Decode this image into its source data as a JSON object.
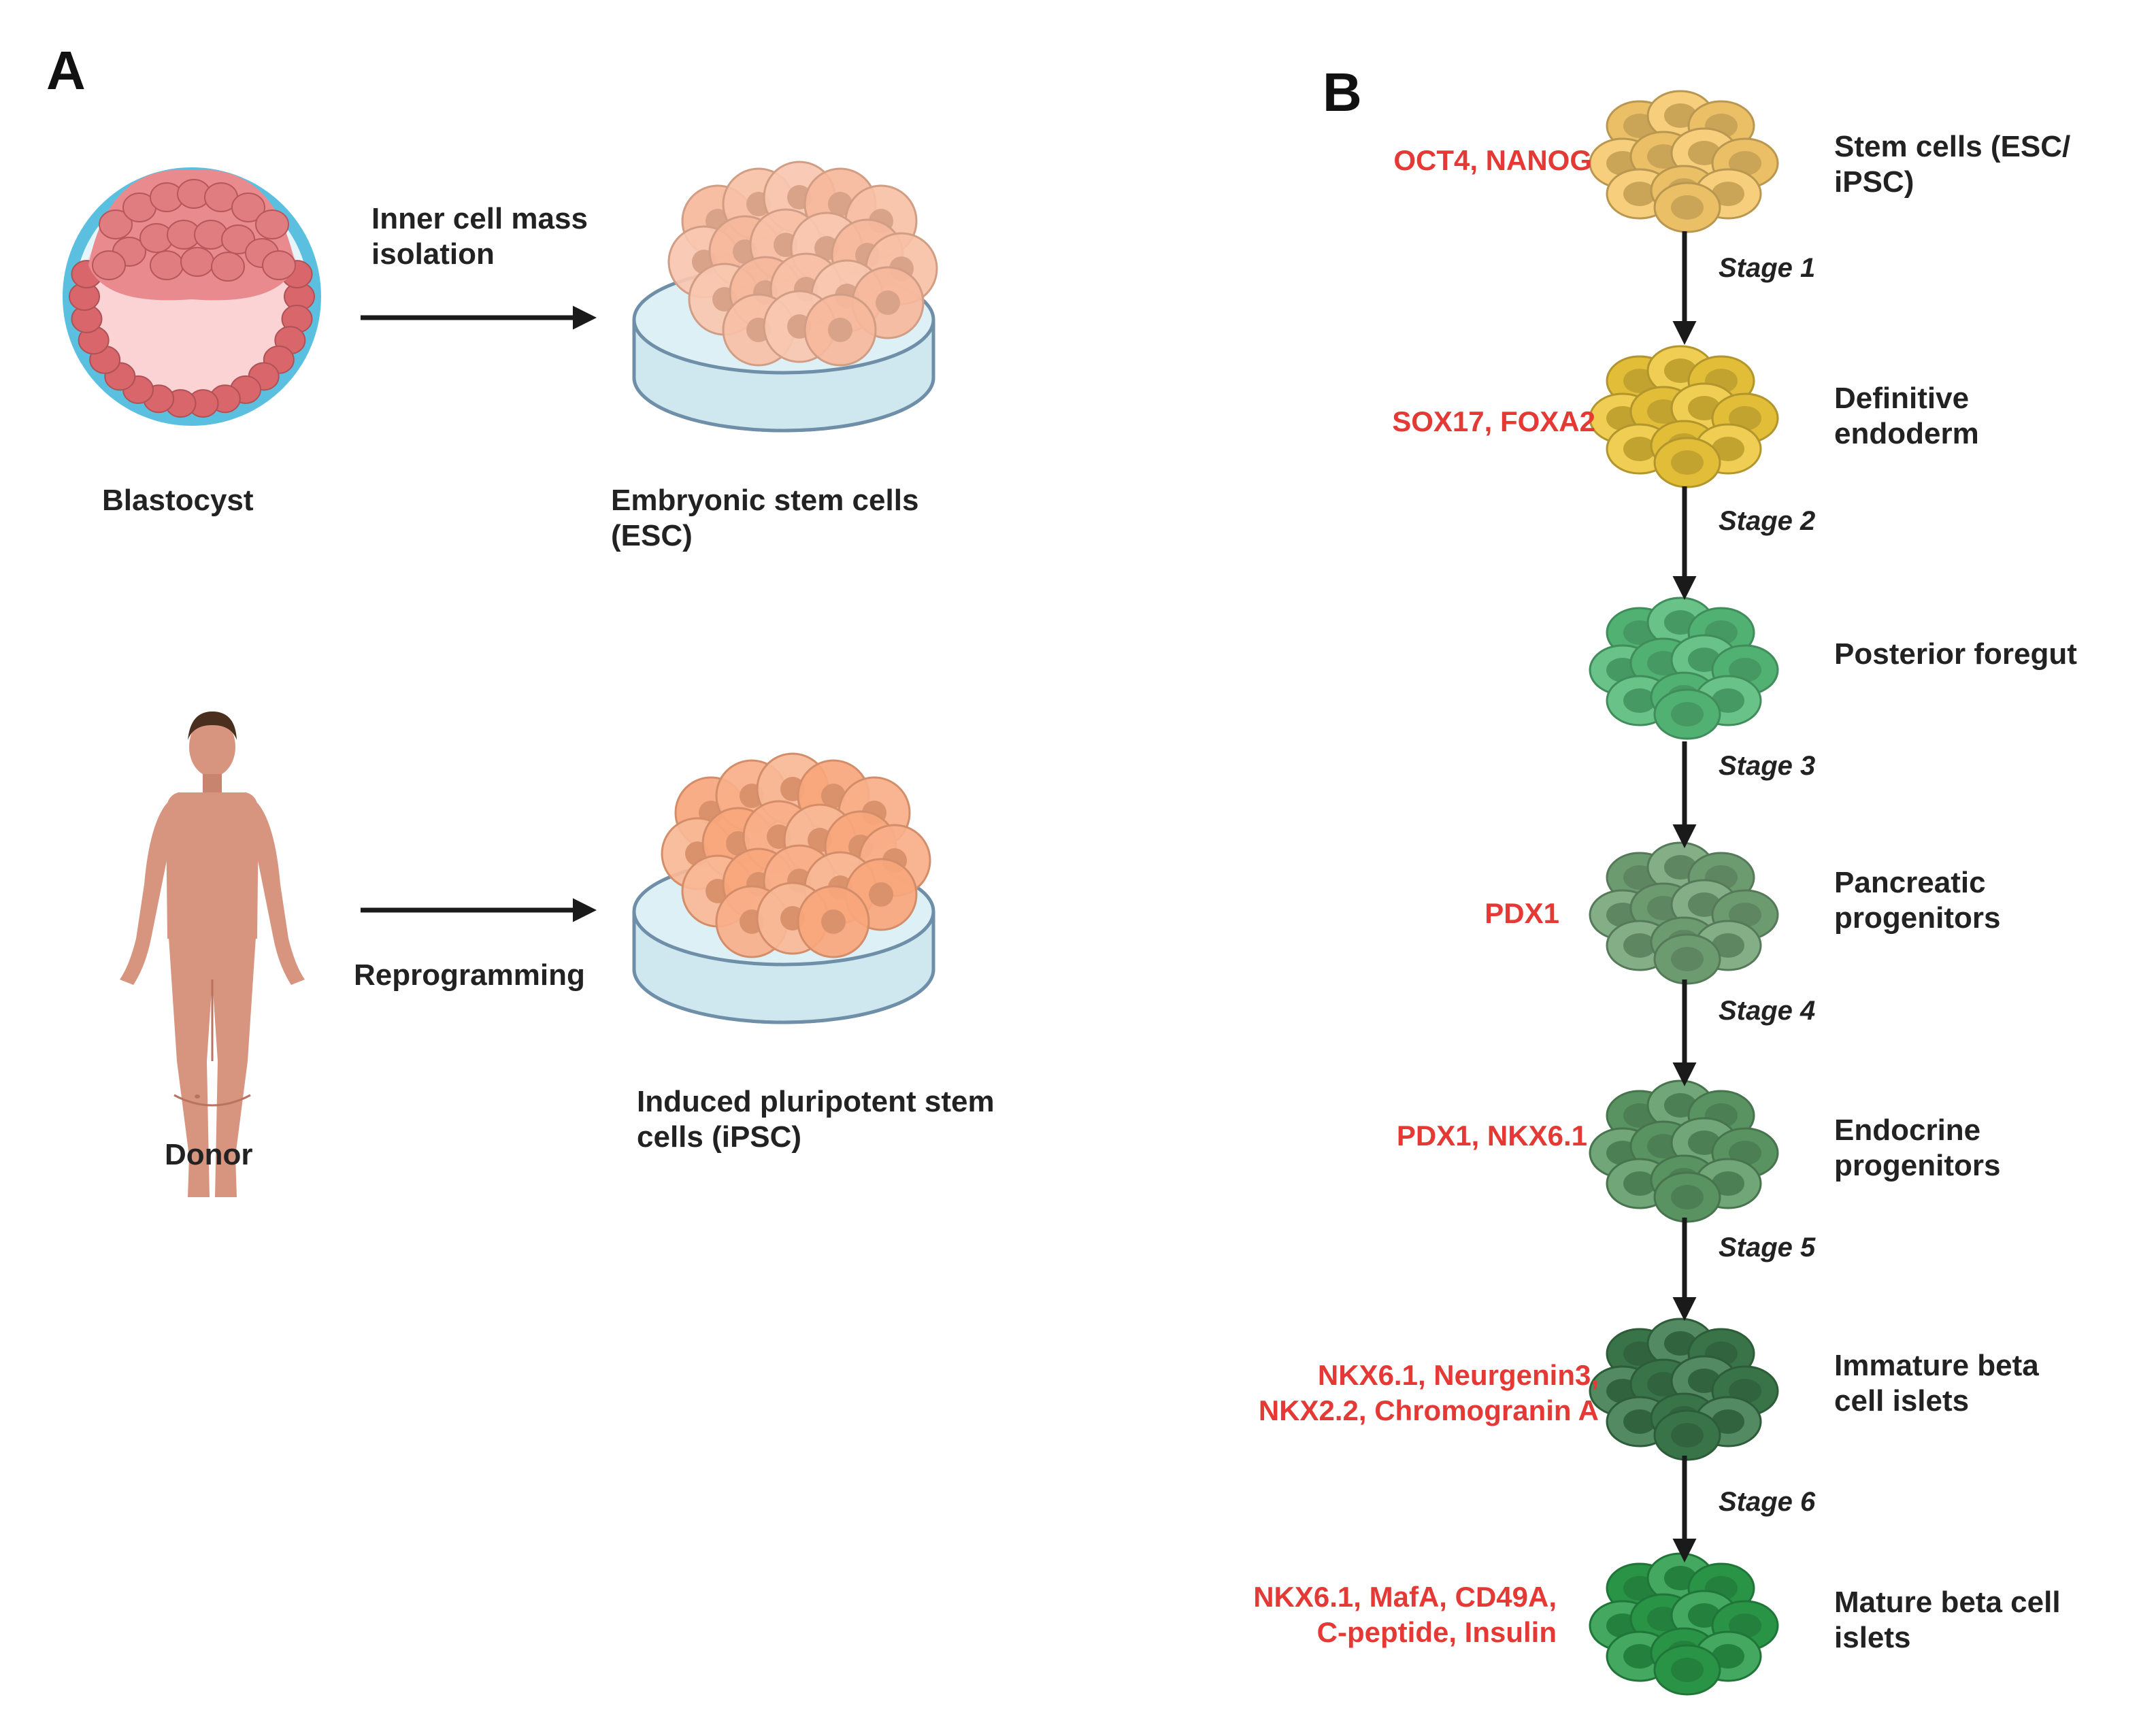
{
  "colors": {
    "marker": "#e53935",
    "text": "#222222",
    "arrow": "#1a1a1a",
    "dish_rim": "#6f8fa8",
    "dish_liquid": "#cfe8f0",
    "blastocyst_ring": "#5bc0e0",
    "blastocyst_cells": "#d9666b",
    "blastocyst_cavity": "#fcd3d5",
    "skin": "#d79580",
    "hair": "#4a2e1e",
    "stage_colors": [
      "#f6c96a",
      "#edc73b",
      "#55ba78",
      "#73a376",
      "#5e9b66",
      "#3c7a4c",
      "#2b9c4a"
    ]
  },
  "panel_a": {
    "label": "A",
    "icm_isolation": "Inner cell mass\nisolation",
    "blastocyst": "Blastocyst",
    "esc": "Embryonic stem cells\n(ESC)",
    "donor": "Donor",
    "reprogramming": "Reprogramming",
    "ipsc": "Induced pluripotent stem\ncells (iPSC)",
    "icons": [
      "blastocyst-icon",
      "petri-dish-icon",
      "human-figure-icon"
    ]
  },
  "panel_b": {
    "label": "B",
    "steps": [
      {
        "name": "Stem cells (ESC/ iPSC)",
        "markers": "OCT4, NANOG"
      },
      {
        "name": "Definitive\nendoderm",
        "markers": "SOX17, FOXA2"
      },
      {
        "name": "Posterior foregut",
        "markers": ""
      },
      {
        "name": "Pancreatic\nprogenitors",
        "markers": "PDX1"
      },
      {
        "name": "Endocrine\nprogenitors",
        "markers": "PDX1, NKX6.1"
      },
      {
        "name": "Immature beta\ncell islets",
        "markers": "NKX6.1, Neurgenin3,\nNKX2.2, Chromogranin A"
      },
      {
        "name": "Mature beta cell\nislets",
        "markers": "NKX6.1, MafA, CD49A,\nC-peptide, Insulin"
      }
    ],
    "stages": [
      "Stage 1",
      "Stage 2",
      "Stage 3",
      "Stage 4",
      "Stage 5",
      "Stage 6"
    ]
  }
}
